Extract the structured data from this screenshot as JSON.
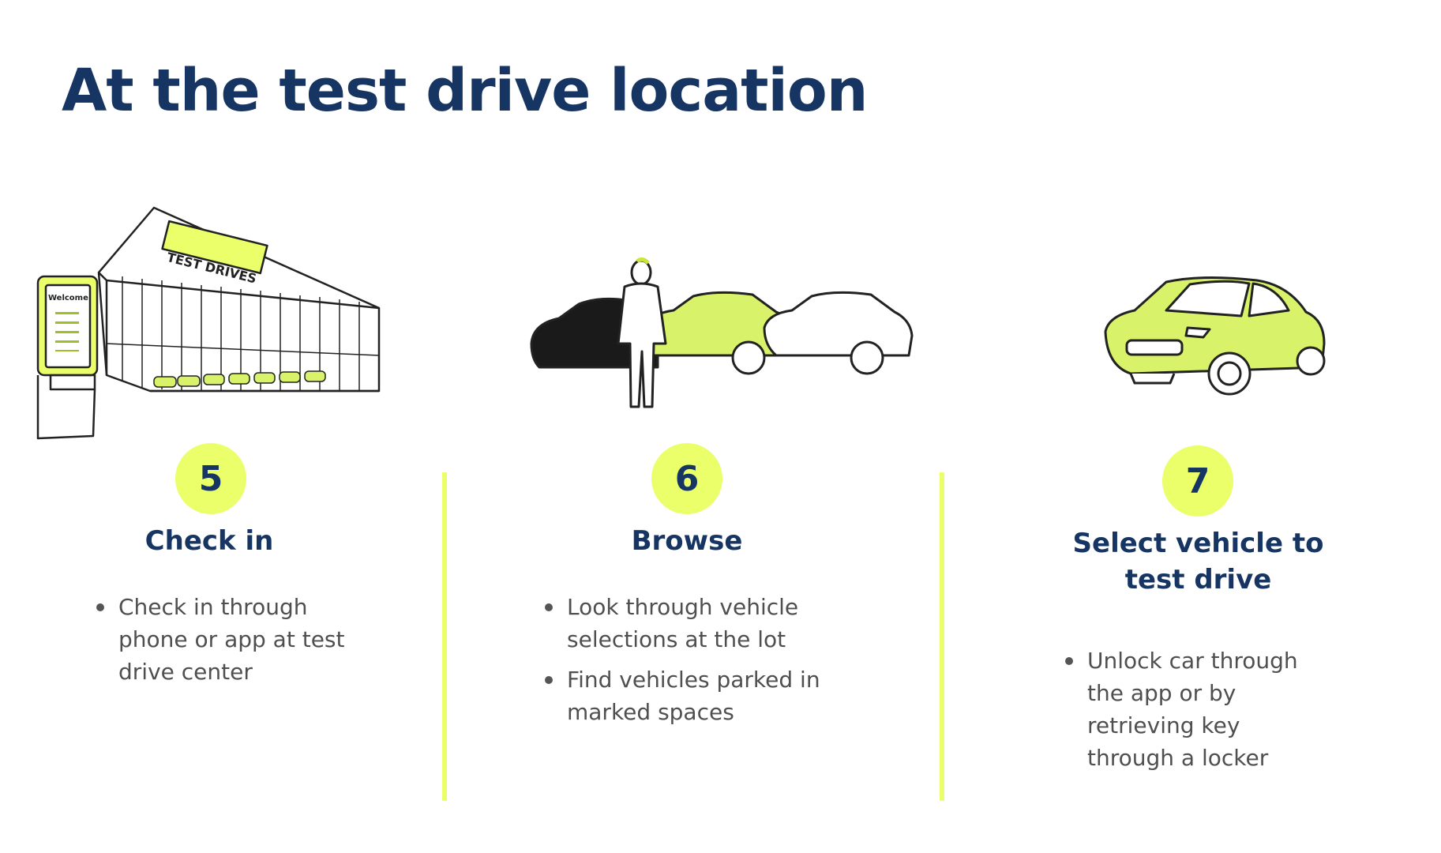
{
  "title": "At the test drive location",
  "colors": {
    "accent": "#eaff6a",
    "navy": "#173563",
    "body_text": "#4f4f4f",
    "car_green": "#d8f36a"
  },
  "steps": [
    {
      "number": "5",
      "title": "Check in",
      "illustration": "dealership-building-with-kiosk",
      "kiosk_text": "Welcome!",
      "sign_text": "TEST DRIVES",
      "bullets": [
        "Check in through phone or app at test drive center"
      ]
    },
    {
      "number": "6",
      "title": "Browse",
      "illustration": "person-browsing-parked-cars",
      "bullets": [
        "Look through vehicle selections at the lot",
        "Find vehicles parked in marked spaces"
      ]
    },
    {
      "number": "7",
      "title": "Select vehicle to test drive",
      "illustration": "green-suv",
      "bullets": [
        "Unlock car through the app or by retrieving key through a locker"
      ]
    }
  ]
}
